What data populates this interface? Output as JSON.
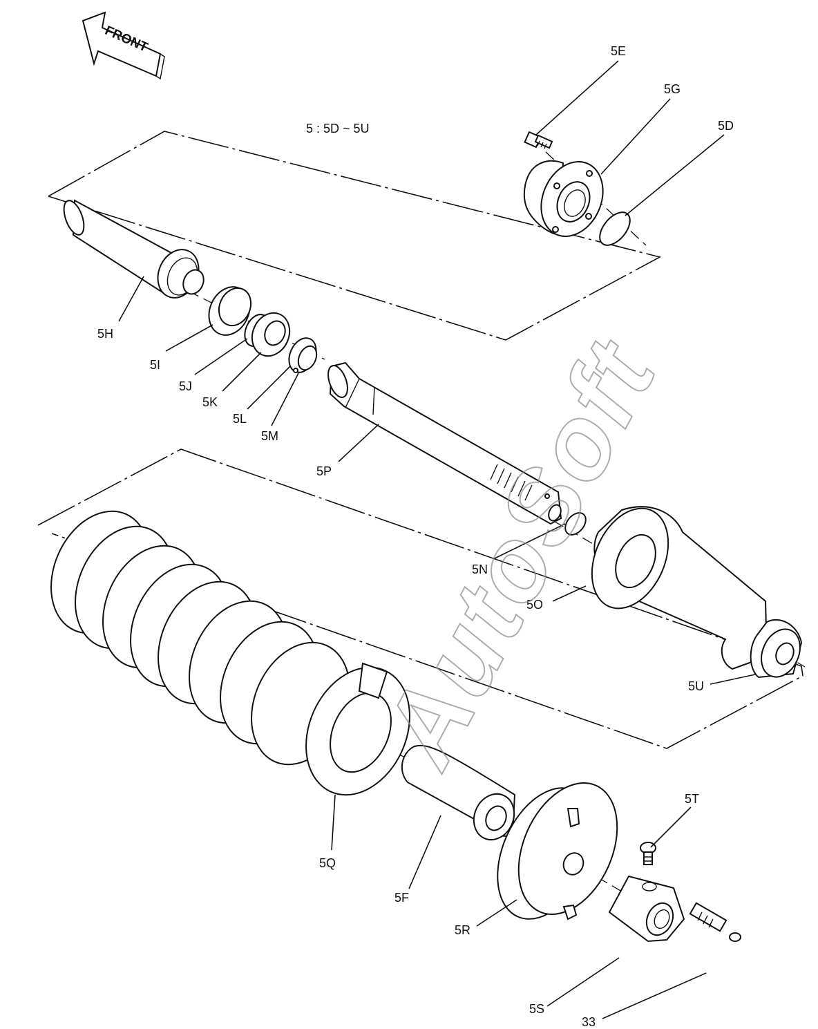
{
  "front_label": "FRONT",
  "group_note": "5 : 5D ~ 5U",
  "watermark": "AutoSoft",
  "callouts": {
    "c5E": "5E",
    "c5G": "5G",
    "c5D": "5D",
    "c5H": "5H",
    "c5I": "5I",
    "c5J": "5J",
    "c5K": "5K",
    "c5L": "5L",
    "c5M": "5M",
    "c5P": "5P",
    "c5N": "5N",
    "c5O": "5O",
    "c5U": "5U",
    "c5Q": "5Q",
    "c5F": "5F",
    "c5R": "5R",
    "c5T": "5T",
    "c5S": "5S",
    "c33": "33"
  }
}
